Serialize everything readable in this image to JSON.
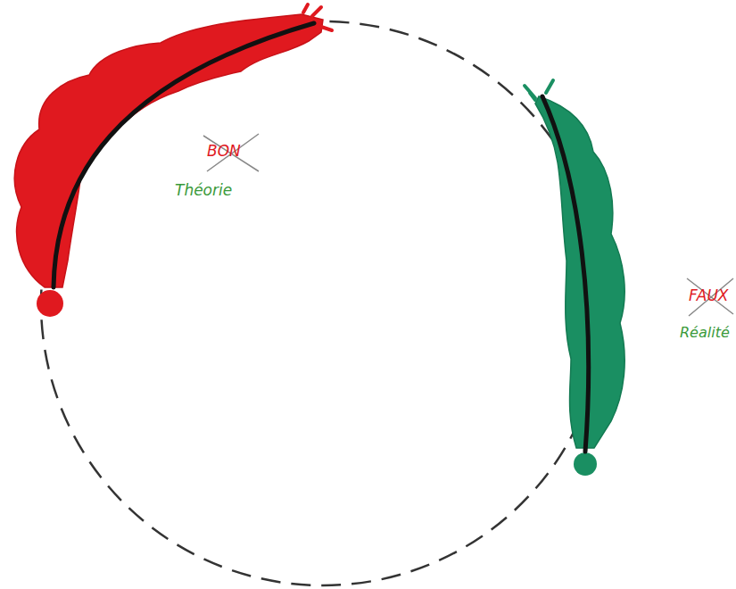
{
  "diagram": {
    "labels": [
      "BON",
      "Théorie",
      "FAUX",
      "Réalité"
    ]
  }
}
